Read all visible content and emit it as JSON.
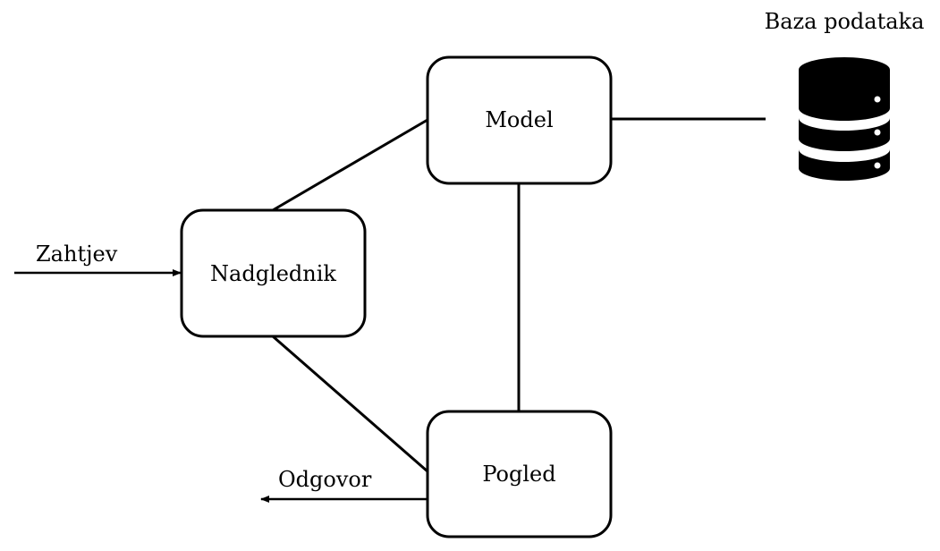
{
  "diagram": {
    "nodes": {
      "model": {
        "label": "Model"
      },
      "controller": {
        "label": "Nadglednik"
      },
      "view": {
        "label": "Pogled"
      }
    },
    "database": {
      "label": "Baza podataka",
      "icon": "database-icon"
    },
    "edges": {
      "request": {
        "label": "Zahtjev"
      },
      "response": {
        "label": "Odgovor"
      }
    },
    "colors": {
      "stroke": "#000000",
      "background": "#ffffff",
      "database_fill": "#000000"
    }
  }
}
